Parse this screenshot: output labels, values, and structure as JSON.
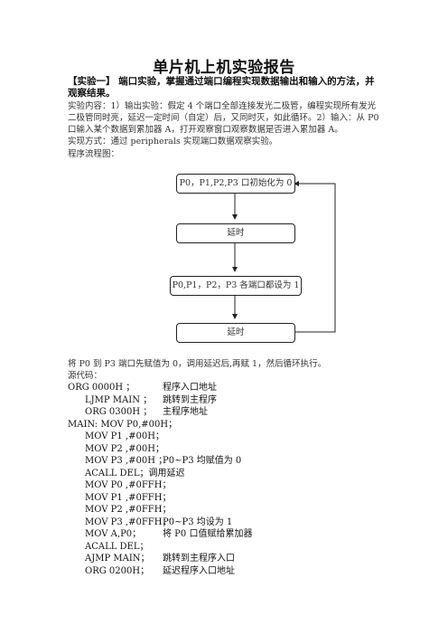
{
  "report": {
    "title": "单片机上机实验报告",
    "heading": "【实验一】 端口实验，掌握通过端口编程实现数据输出和输入的方法，并观察结果。",
    "content": "实验内容：1）输出实验：假定 4 个端口全部连接发光二极管，编程实现所有发光二极管同时亮，延迟一定时间（自定）后，又同时灭，如此循环。2）输入：从 P0 口输入某个数据到累加器 A，打开观察窗口观察数据是否进入累加器 A。",
    "method": "实现方式：通过 peripherals 实现端口数据观察实验。",
    "flow_label": "程序流程图：",
    "after_chart": "将 P0 到 P3 端口先赋值为 0，调用延迟后,再赋 1，然后循环执行。",
    "source_label": "源代码："
  },
  "flowchart": {
    "nodes": [
      "P0，P1,P2,P3 口初始化为 0",
      "延时",
      "P0,P1，P2，P3 各端口都设为 1",
      "延时"
    ]
  },
  "code": [
    {
      "text": "ORG 0000H  ；",
      "comment": "程序入口地址",
      "indent": 0
    },
    {
      "text": "LJMP MAIN  ；",
      "comment": "跳转到主程序",
      "indent": 1
    },
    {
      "text": "ORG 0300H    ；",
      "comment": "主程序地址",
      "indent": 1
    },
    {
      "text": "MAIN:  MOV P0,#00H；",
      "comment": "",
      "indent": 0
    },
    {
      "text": "MOV P1 ,#00H；",
      "comment": "",
      "indent": 1
    },
    {
      "text": "MOV P2 ,#00H；",
      "comment": "",
      "indent": 1
    },
    {
      "text": "MOV P3 ,#00H  ；",
      "comment": "P0~P3 均赋值为 0",
      "indent": 1
    },
    {
      "text": "ACALL DEL；调用延迟",
      "comment": "",
      "indent": 1
    },
    {
      "text": "MOV P0 ,#0FFH；",
      "comment": "",
      "indent": 1
    },
    {
      "text": "MOV P1 ,#0FFH；",
      "comment": "",
      "indent": 1
    },
    {
      "text": "MOV P2 ,#0FFH；",
      "comment": "",
      "indent": 1
    },
    {
      "text": "MOV P3 ,#0FFH；",
      "comment": "P0~P3 均设为 1",
      "indent": 1
    },
    {
      "text": "MOV A,P0；",
      "comment": "将 P0 口值赋给累加器",
      "indent": 1
    },
    {
      "text": "ACALL DEL；",
      "comment": "",
      "indent": 1
    },
    {
      "text": "AJMP MAIN；",
      "comment": "跳转到主程序入口",
      "indent": 1
    },
    {
      "text": "ORG 0200H；",
      "comment": "延迟程序入口地址",
      "indent": 1
    }
  ]
}
